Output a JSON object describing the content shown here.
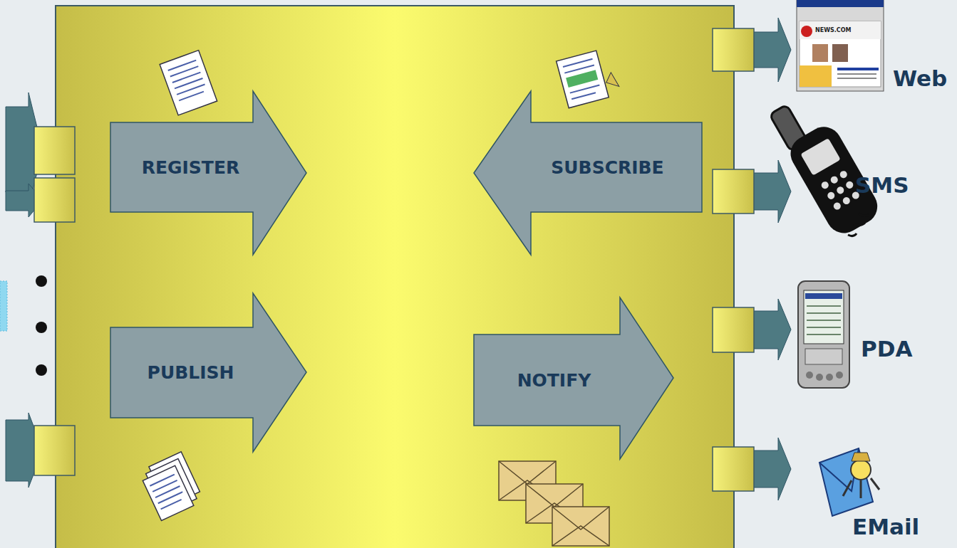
{
  "diagram": {
    "nodes": [
      {
        "text": [
          "REGISTER"
        ]
      },
      {
        "text": [
          "SUBSCRIBE"
        ]
      },
      {
        "text": [
          "PUBLISH"
        ]
      },
      {
        "text": [
          "NOTIFY"
        ]
      }
    ],
    "labels": [
      "NEWS.COM",
      "Web",
      "SMS",
      "PDA",
      "EMail"
    ]
  }
}
